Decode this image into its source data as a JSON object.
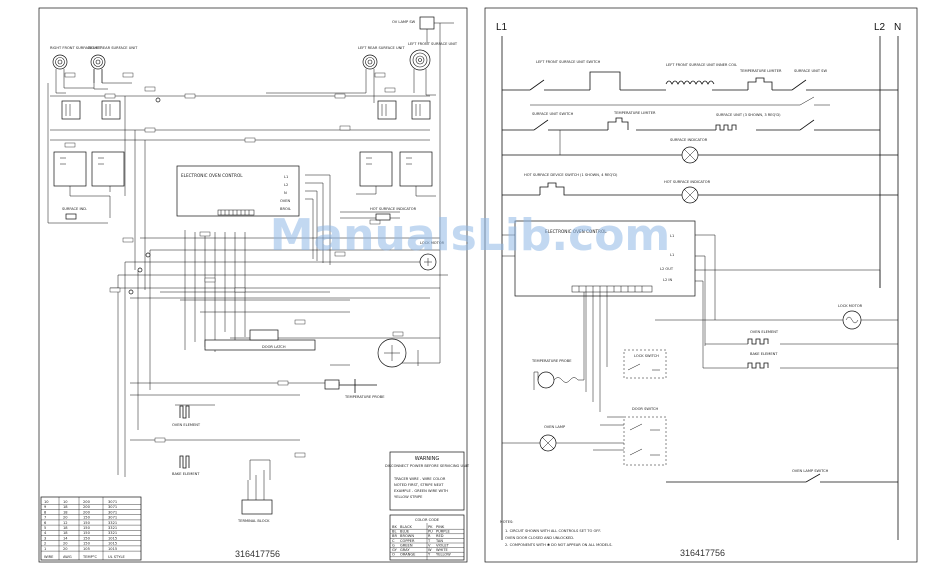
{
  "watermark": "ManualsLib.com",
  "left_sheet": {
    "part_number": "316417756",
    "burners": [
      "RIGHT FRONT SURFACE UNIT",
      "RIGHT REAR SURFACE UNIT",
      "LEFT REAR SURFACE UNIT",
      "LEFT FRONT SURFACE UNIT"
    ],
    "oven_lamp_label": "OV LAMP SW",
    "control_label": "ELECTRONIC OVEN CONTROL",
    "control_pins": [
      "L1",
      "L2",
      "N",
      "OVEN",
      "BROIL"
    ],
    "hot_indicator_label": "HOT SURFACE INDICATOR",
    "surface_ind_label": "SURFACE IND.",
    "door_latch_label": "DOOR LATCH",
    "temp_probe_label": "TEMPERATURE PROBE",
    "oven_element_label": "OVEN ELEMENT",
    "bake_element_label": "BAKE ELEMENT",
    "terminal_block_label": "TERMINAL BLOCK",
    "lock_motor_label": "LOCK MOTOR",
    "warning": {
      "title": "WARNING",
      "subtitle": "DISCONNECT POWER BEFORE SERVICING UNIT",
      "lines": [
        "TRACER WIRE - WIRE COLOR",
        "NOTED FIRST, STRIPE NEXT",
        "EXAMPLE - GREEN WIRE WITH",
        "YELLOW STRIPE"
      ]
    },
    "color_code": {
      "title": "COLOR CODE",
      "rows": [
        [
          "BK",
          "BLACK",
          "PK",
          "PINK"
        ],
        [
          "BL",
          "BLUE",
          "PU",
          "PURPLE"
        ],
        [
          "BR",
          "BROWN",
          "R",
          "RED"
        ],
        [
          "C",
          "COPPER",
          "T",
          "TAN"
        ],
        [
          "G",
          "GREEN",
          "V",
          "VIOLET"
        ],
        [
          "GY",
          "GRAY",
          "W",
          "WHITE"
        ],
        [
          "O",
          "ORANGE",
          "Y",
          "YELLOW"
        ]
      ]
    },
    "wire_table": {
      "header": [
        "WIRE",
        "AWG",
        "TEMP°C",
        "UL STYLE"
      ],
      "rows": [
        [
          "10",
          "10",
          "200",
          "3071"
        ],
        [
          "9",
          "18",
          "200",
          "3071"
        ],
        [
          "8",
          "18",
          "200",
          "3071"
        ],
        [
          "7",
          "20",
          "150",
          "3071"
        ],
        [
          "6",
          "12",
          "150",
          "3321"
        ],
        [
          "5",
          "18",
          "150",
          "3321"
        ],
        [
          "4",
          "18",
          "150",
          "3321"
        ],
        [
          "3",
          "14",
          "150",
          "1015"
        ],
        [
          "2",
          "20",
          "150",
          "1015"
        ],
        [
          "1",
          "20",
          "105",
          "1015"
        ]
      ]
    }
  },
  "right_sheet": {
    "part_number": "316417756",
    "rails": [
      "L1",
      "L2",
      "N"
    ],
    "components": {
      "lf_switch": "LEFT FRONT SURFACE UNIT SWITCH",
      "lf_unit": "LEFT FRONT SURFACE UNIT INNER COIL",
      "temp_limiter": "TEMPERATURE LIMITER",
      "surface_sw": "SURFACE UNIT SW",
      "su_switch": "SURFACE UNIT SWITCH",
      "temp_limiter2": "TEMPERATURE LIMITER",
      "su_unit": "SURFACE UNIT (3 SHOWN, 3 REQ'D)",
      "surface_indicator": "SURFACE INDICATOR",
      "hot_switch": "HOT SURFACE DEVICE SWITCH (1 SHOWN, 4 REQ'D)",
      "hot_indicator": "HOT SURFACE INDICATOR",
      "eoc": "ELECTRONIC OVEN CONTROL",
      "lock_motor": "LOCK MOTOR",
      "oven_element": "OVEN ELEMENT",
      "bake_element": "BAKE ELEMENT",
      "temp_probe": "TEMPERATURE PROBE",
      "lock_switch": "LOCK SWITCH",
      "door_switch": "DOOR SWITCH",
      "oven_lamp": "OVEN LAMP",
      "oven_lamp_switch": "OVEN LAMP SWITCH",
      "eoc_pins": [
        "L1",
        "L1",
        "L2 OUT",
        "L2 IN"
      ]
    },
    "notes": {
      "title": "NOTES:",
      "lines": [
        "1.  CIRCUIT SHOWN WITH ALL CONTROLS SET TO OFF.",
        "    OVEN DOOR CLOSED AND UNLOCKED.",
        "2.  COMPONENTS WITH ✱ DO NOT APPEAR ON ALL MODELS."
      ]
    }
  }
}
